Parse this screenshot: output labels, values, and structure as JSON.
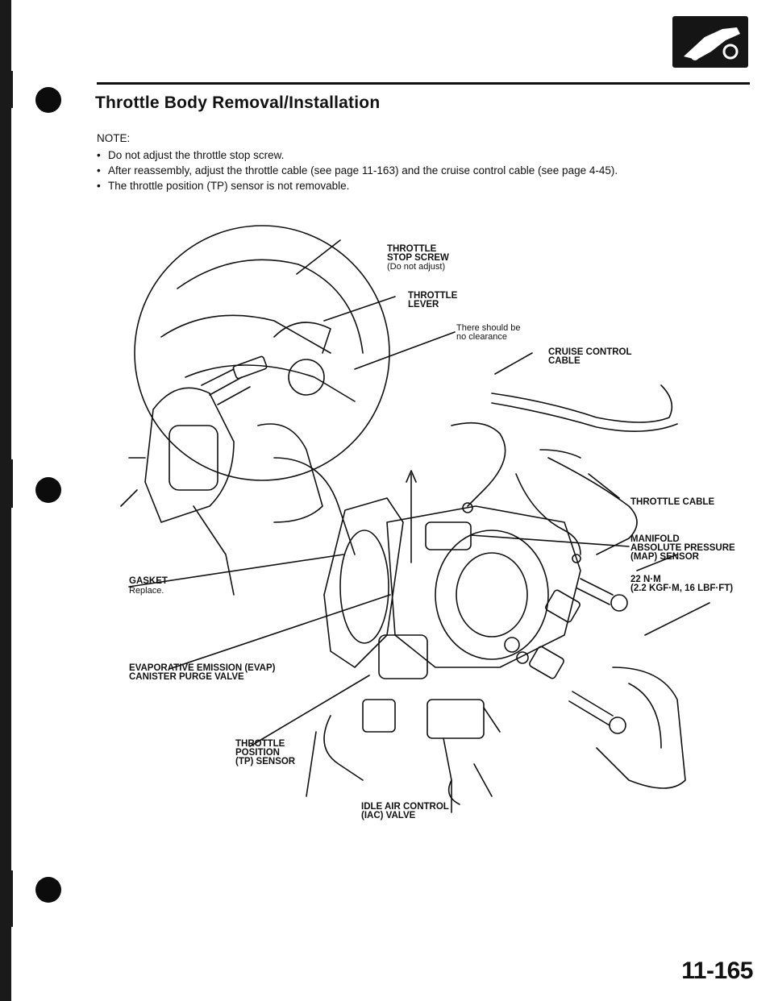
{
  "page": {
    "title": "Throttle Body Removal/Installation",
    "note_heading": "NOTE:",
    "notes": [
      "Do not adjust the throttle stop screw.",
      "After reassembly, adjust the throttle cable (see page 11-163) and the cruise control cable (see page 4-45).",
      "The throttle position (TP) sensor is not removable."
    ],
    "page_number": "11-165"
  },
  "labels": {
    "stop_screw": "THROTTLE\nSTOP SCREW",
    "stop_screw_note": "(Do not adjust)",
    "lever": "THROTTLE\nLEVER",
    "clearance_note": "There should be\nno clearance",
    "cruise_cable": "CRUISE CONTROL\nCABLE",
    "throttle_cable": "THROTTLE CABLE",
    "map_sensor": "MANIFOLD\nABSOLUTE PRESSURE\n(MAP) SENSOR",
    "torque": "22 N·m\n(2.2 kgf·m, 16 lbf·ft)",
    "gasket": "GASKET",
    "gasket_note": "Replace.",
    "evap": "EVAPORATIVE EMISSION (EVAP)\nCANISTER PURGE VALVE",
    "tp_sensor": "THROTTLE\nPOSITION\n(TP) SENSOR",
    "iac": "IDLE AIR CONTROL\n(IAC) VALVE"
  },
  "icons": {
    "corner": "car-section-icon"
  }
}
